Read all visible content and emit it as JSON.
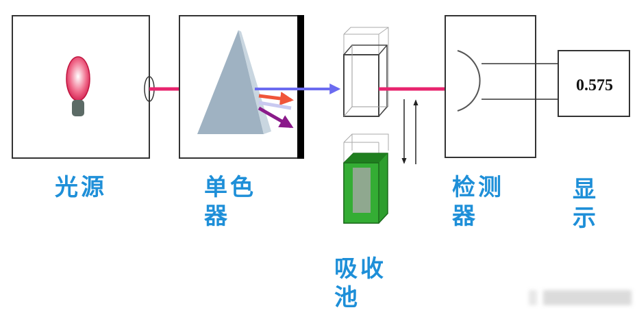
{
  "components": {
    "light_source": {
      "label": "光源"
    },
    "monochromator": {
      "label_line1": "单色",
      "label_line2": "器"
    },
    "cuvette": {
      "label_line1": "吸收",
      "label_line2": "池"
    },
    "detector": {
      "label_line1": "检测",
      "label_line2": "器"
    },
    "display": {
      "label_line1": "显",
      "label_line2": "示",
      "reading": "0.575"
    }
  },
  "colors": {
    "label": "#1e8fd8",
    "beam_white": "#e8246e",
    "beam_mono": "#6b6bf0",
    "sample": "#2e9e2e",
    "prism": "#9fb2c2"
  }
}
